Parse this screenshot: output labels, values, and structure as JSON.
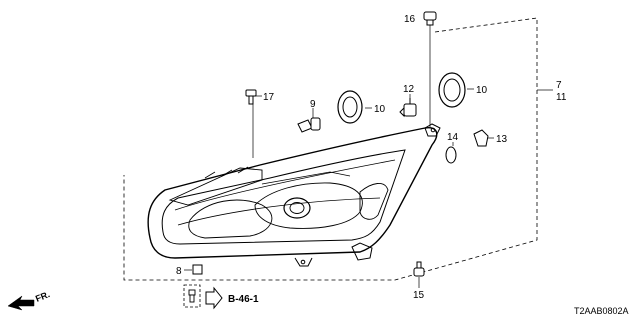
{
  "diagram": {
    "callouts": [
      "16",
      "17",
      "9",
      "10",
      "12",
      "10",
      "7",
      "11",
      "14",
      "13",
      "8",
      "15"
    ],
    "reference": "B-46-1",
    "direction_label": "FR.",
    "diagram_code": "T2AAB0802A"
  }
}
